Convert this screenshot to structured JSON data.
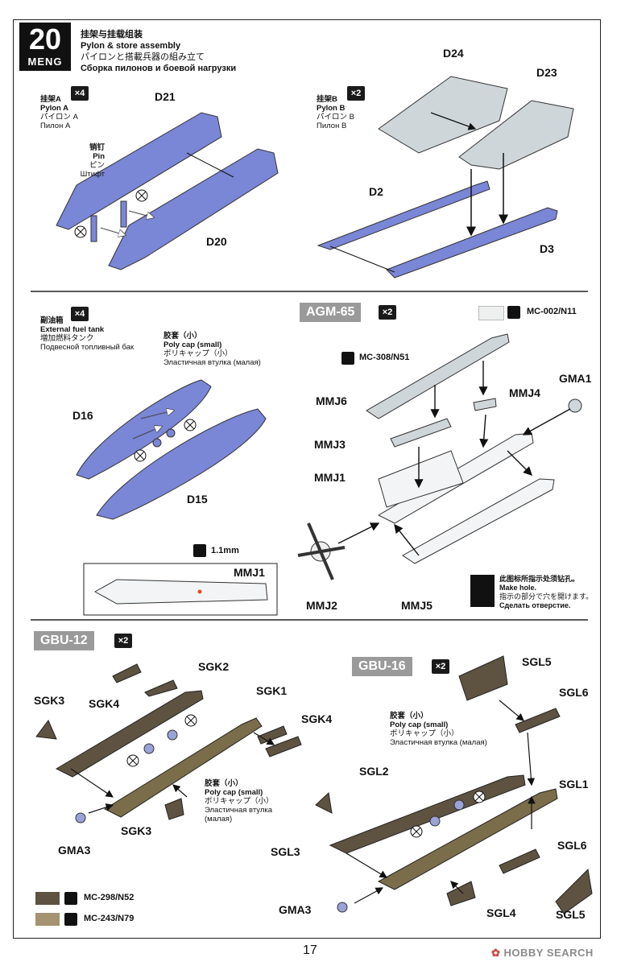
{
  "step": {
    "number": "20",
    "brand": "MENG"
  },
  "title": {
    "zh": "挂架与挂载组装",
    "en": "Pylon & store assembly",
    "ja": "パイロンと搭載兵器の組み立て",
    "ru": "Сборка пилонов и боевой нагрузки"
  },
  "pylon_a": {
    "zh": "挂架A",
    "en": "Pylon A",
    "ja": "パイロン A",
    "ru": "Пилон A",
    "qty": "×4"
  },
  "pin": {
    "zh": "销钉",
    "en": "Pin",
    "ja": "ピン",
    "ru": "Штифт"
  },
  "pylon_b": {
    "zh": "挂架B",
    "en": "Pylon B",
    "ja": "パイロン B",
    "ru": "Пилон B",
    "qty": "×2"
  },
  "parts_top": {
    "d21": "D21",
    "d20": "D20",
    "d24": "D24",
    "d23": "D23",
    "d2": "D2",
    "d3": "D3"
  },
  "fuel_tank": {
    "zh": "副油箱",
    "en": "External fuel tank",
    "ja": "増加燃料タンク",
    "ru": "Подвесной топливный бак",
    "qty": "×4"
  },
  "poly_cap": {
    "zh": "胶套（小）",
    "en": "Poly cap (small)",
    "ja": "ポリキャップ（小）",
    "ru": "Эластичная втулка (малая)"
  },
  "parts_mid": {
    "d16": "D16",
    "d15": "D15"
  },
  "agm65": {
    "name": "AGM-65",
    "qty": "×2",
    "paint1": "MC-002/N11",
    "paint2": "MC-308/N51",
    "parts": {
      "mmj6": "MMJ6",
      "mmj4": "MMJ4",
      "gma1": "GMA1",
      "mmj3": "MMJ3",
      "mmj1": "MMJ1",
      "mmj2": "MMJ2",
      "mmj5": "MMJ5"
    },
    "drill": "1.1mm",
    "inset_part": "MMJ1"
  },
  "make_hole": {
    "zh": "此图标所指示处须钻孔。",
    "en": "Make hole.",
    "ja": "指示の部分で穴を開けます。",
    "ru": "Сделать отверстие."
  },
  "gbu12": {
    "name": "GBU-12",
    "qty": "×2",
    "parts": {
      "sgk2": "SGK2",
      "sgk1": "SGK1",
      "sgk3a": "SGK3",
      "sgk4a": "SGK4",
      "sgk4b": "SGK4",
      "sgk3b": "SGK3",
      "gma3": "GMA3"
    },
    "poly_cap": {
      "zh": "胶套（小）",
      "en": "Poly cap (small)",
      "ja": "ポリキャップ（小）",
      "ru1": "Эластичная втулка",
      "ru2": "(малая)"
    }
  },
  "gbu16": {
    "name": "GBU-16",
    "qty": "×2",
    "parts": {
      "sgl5a": "SGL5",
      "sgl6a": "SGL6",
      "sgl1": "SGL1",
      "sgl2": "SGL2",
      "sgl3": "SGL3",
      "sgl6b": "SGL6",
      "gma3": "GMA3",
      "sgl4": "SGL4",
      "sgl5b": "SGL5"
    }
  },
  "paints": [
    {
      "code": "MC-298/N52",
      "color": "#5e5341"
    },
    {
      "code": "MC-243/N79",
      "color": "#a39370"
    }
  ],
  "colors": {
    "part_blue": "#7a86d6",
    "part_gray": "#cfd6da",
    "bomb_olive": "#7a6d4a",
    "section_gray": "#9a9a9a"
  },
  "page_number": "17",
  "watermark": "HOBBY SEARCH"
}
